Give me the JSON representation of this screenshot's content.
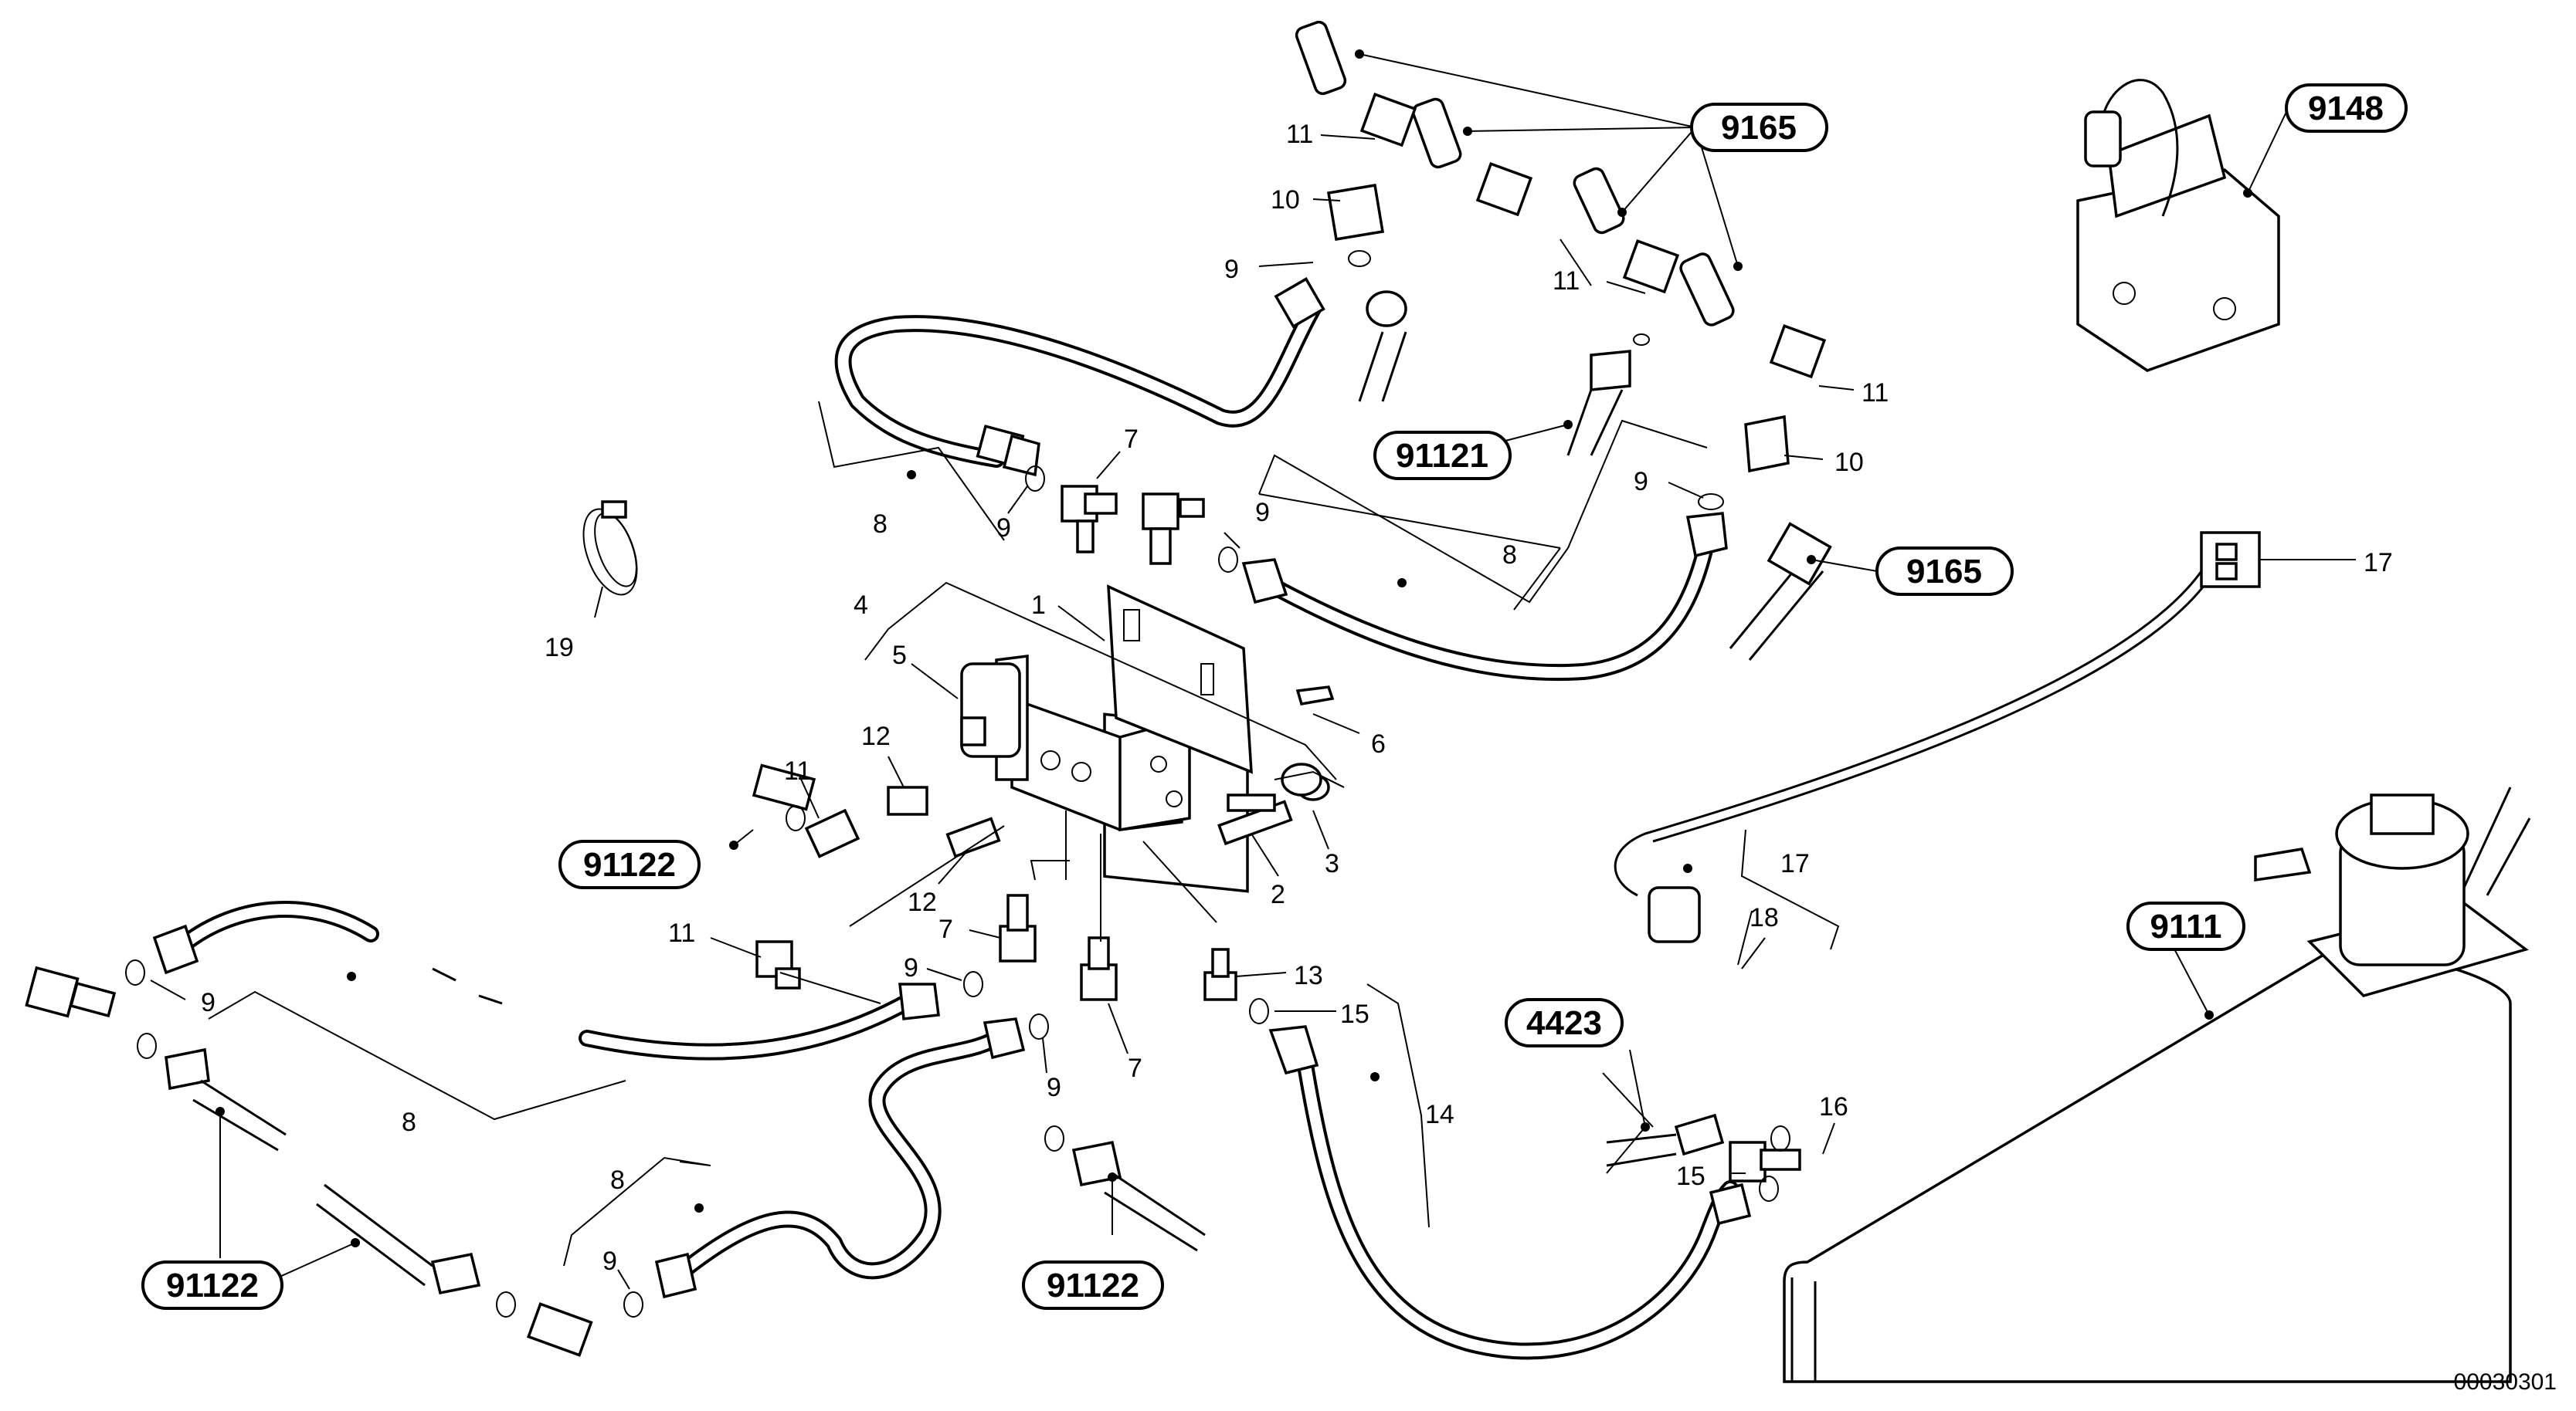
{
  "diagram": {
    "figure_number": "00030301",
    "callouts": [
      {
        "id": "c1",
        "text": "1"
      },
      {
        "id": "c2",
        "text": "2"
      },
      {
        "id": "c3",
        "text": "3"
      },
      {
        "id": "c4",
        "text": "4"
      },
      {
        "id": "c5",
        "text": "5"
      },
      {
        "id": "c6",
        "text": "6"
      },
      {
        "id": "c7a",
        "text": "7"
      },
      {
        "id": "c7b",
        "text": "7"
      },
      {
        "id": "c7c",
        "text": "7"
      },
      {
        "id": "c8a",
        "text": "8"
      },
      {
        "id": "c8b",
        "text": "8"
      },
      {
        "id": "c8c",
        "text": "8"
      },
      {
        "id": "c8d",
        "text": "8"
      },
      {
        "id": "c9a",
        "text": "9"
      },
      {
        "id": "c9b",
        "text": "9"
      },
      {
        "id": "c9c",
        "text": "9"
      },
      {
        "id": "c9d",
        "text": "9"
      },
      {
        "id": "c9e",
        "text": "9"
      },
      {
        "id": "c9f",
        "text": "9"
      },
      {
        "id": "c9g",
        "text": "9"
      },
      {
        "id": "c9h",
        "text": "9"
      },
      {
        "id": "c10a",
        "text": "10"
      },
      {
        "id": "c10b",
        "text": "10"
      },
      {
        "id": "c11a",
        "text": "11"
      },
      {
        "id": "c11b",
        "text": "11"
      },
      {
        "id": "c11c",
        "text": "11"
      },
      {
        "id": "c11d",
        "text": "11"
      },
      {
        "id": "c11e",
        "text": "11"
      },
      {
        "id": "c12a",
        "text": "12"
      },
      {
        "id": "c12b",
        "text": "12"
      },
      {
        "id": "c13",
        "text": "13"
      },
      {
        "id": "c14",
        "text": "14"
      },
      {
        "id": "c15a",
        "text": "15"
      },
      {
        "id": "c15b",
        "text": "15"
      },
      {
        "id": "c16",
        "text": "16"
      },
      {
        "id": "c17a",
        "text": "17"
      },
      {
        "id": "c17b",
        "text": "17"
      },
      {
        "id": "c18",
        "text": "18"
      },
      {
        "id": "c19",
        "text": "19"
      }
    ],
    "references": [
      {
        "id": "r9165a",
        "text": "9165"
      },
      {
        "id": "r9165b",
        "text": "9165"
      },
      {
        "id": "r9148",
        "text": "9148"
      },
      {
        "id": "r91121",
        "text": "91121"
      },
      {
        "id": "r91122a",
        "text": "91122"
      },
      {
        "id": "r91122b",
        "text": "91122"
      },
      {
        "id": "r91122c",
        "text": "91122"
      },
      {
        "id": "r9111",
        "text": "9111"
      },
      {
        "id": "r4423",
        "text": "4423"
      }
    ]
  }
}
